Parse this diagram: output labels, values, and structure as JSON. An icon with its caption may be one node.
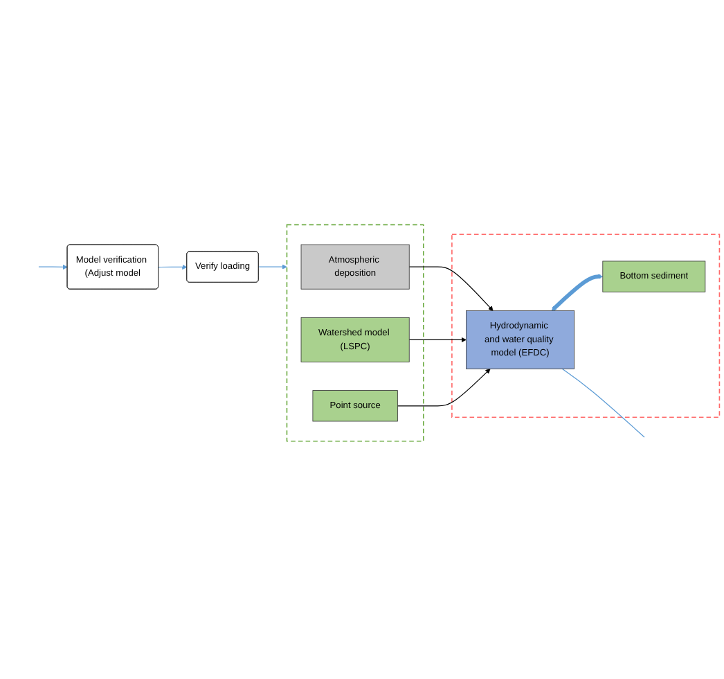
{
  "diagram": {
    "nodes": [
      {
        "text": [],
        "shape": "box"
      },
      {
        "text": [
          "Atmospheric deposition"
        ],
        "in": 0
      },
      {
        "text": [
          "Watershed model (LSPC)"
        ],
        "in": 0
      },
      {
        "text": [
          "Point source"
        ],
        "in": 0
      },
      {
        "text": [],
        "shape": "box"
      },
      {
        "text": [
          "Hydrodynamic and water quality model (EFDC)"
        ],
        "in": 4
      },
      {
        "text": [
          "Bottom sediment"
        ],
        "in": 4
      },
      {
        "text": [
          "Verify loading"
        ]
      },
      {
        "text": [
          "Model verification (Adjust model"
        ]
      }
    ],
    "edges": [
      {
        "from": 1,
        "to": 5,
        "arrow": "to",
        "color": "#000000"
      },
      {
        "from": 2,
        "to": 5,
        "arrow": "to",
        "color": "#000000"
      },
      {
        "from": 3,
        "to": 5,
        "arrow": "to",
        "color": "#000000"
      },
      {
        "from": 5,
        "to": 6,
        "arrow": "both",
        "style": "thick"
      },
      {
        "from": 5,
        "to": null,
        "arrow": "none"
      },
      {
        "from": null,
        "to": 8,
        "arrow": "to"
      },
      {
        "from": 8,
        "to": 7,
        "arrow": "to"
      },
      {
        "from": 7,
        "to": 0,
        "arrow": "to"
      }
    ]
  }
}
